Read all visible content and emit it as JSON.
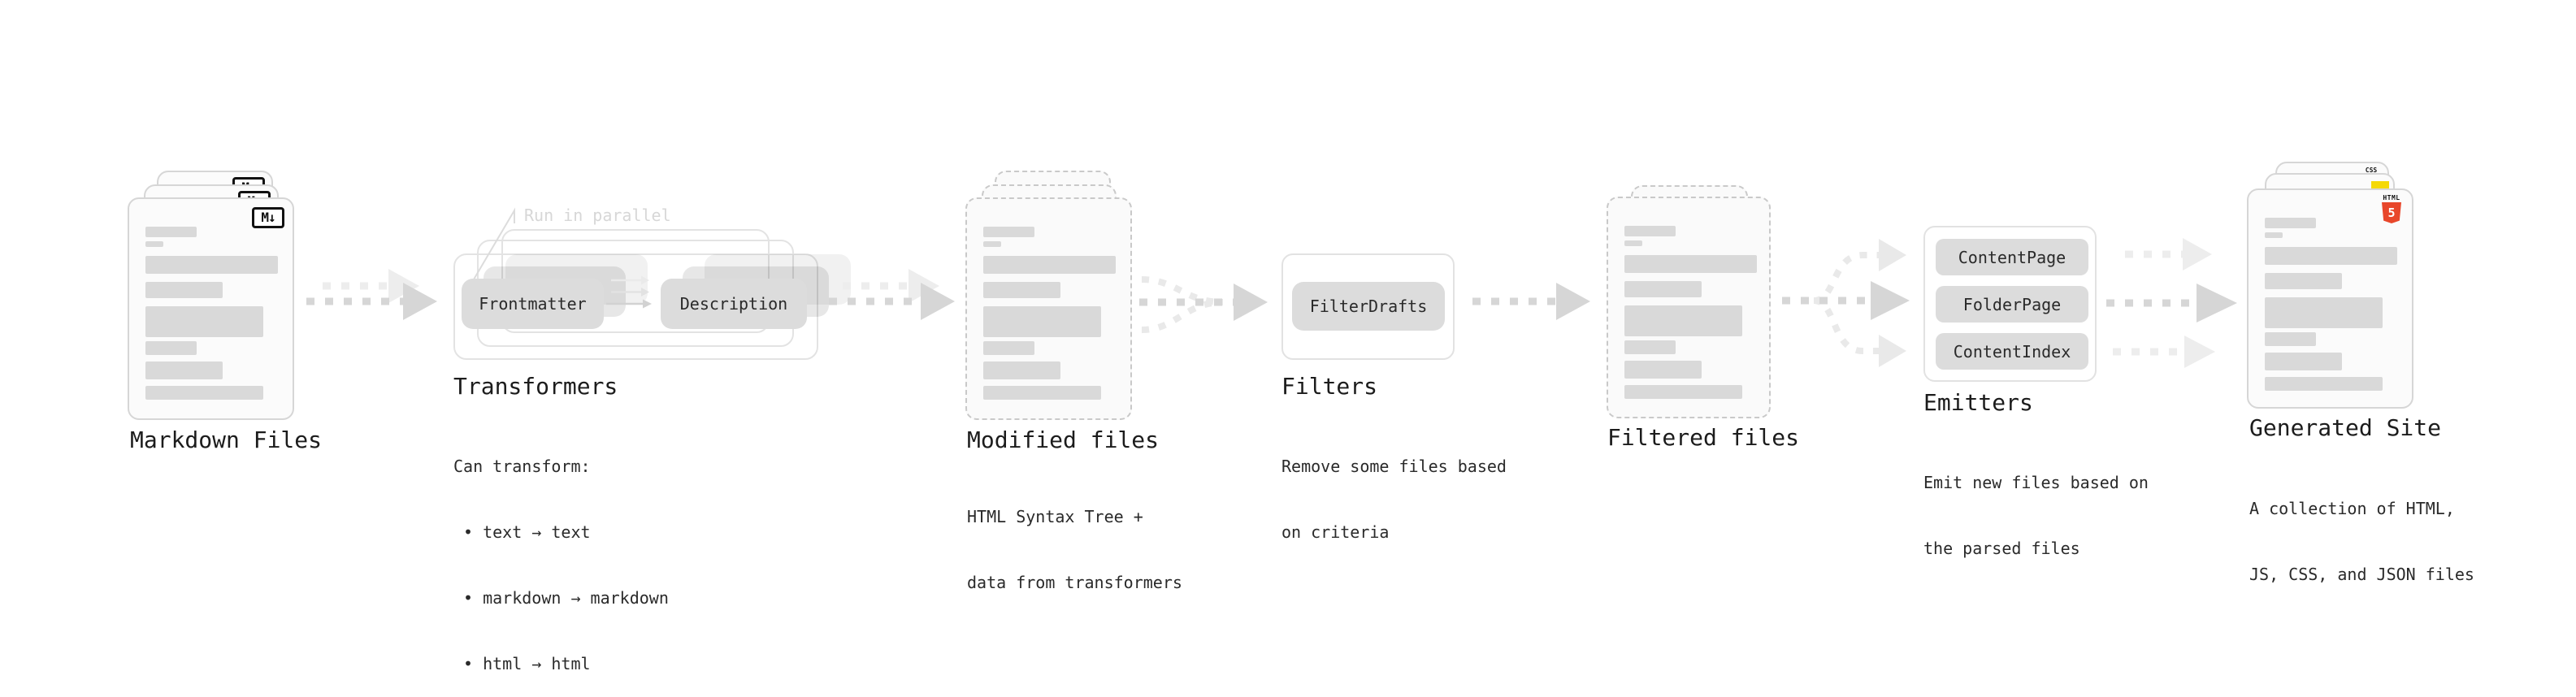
{
  "markdown_files": {
    "label": "Markdown Files"
  },
  "transformers": {
    "label": "Transformers",
    "parallel_note": "Run in parallel",
    "pill_frontmatter": "Frontmatter",
    "pill_description": "Description",
    "desc_title": "Can transform:",
    "bullets": [
      "• text → text",
      "• markdown → markdown",
      "• html → html"
    ]
  },
  "modified_files": {
    "label": "Modified files",
    "desc_line1": "HTML Syntax Tree +",
    "desc_line2": "data from transformers"
  },
  "filters": {
    "label": "Filters",
    "pill": "FilterDrafts",
    "desc_line1": "Remove some files based",
    "desc_line2": "on criteria"
  },
  "filtered_files": {
    "label": "Filtered files"
  },
  "emitters": {
    "label": "Emitters",
    "pills": [
      "ContentPage",
      "FolderPage",
      "ContentIndex"
    ],
    "desc_line1": "Emit new files based on",
    "desc_line2": "the parsed files"
  },
  "generated_site": {
    "label": "Generated Site",
    "desc_line1": "A collection of HTML,",
    "desc_line2": "JS, CSS, and JSON files"
  },
  "badges": {
    "markdown": "M↓",
    "html_label": "HTML",
    "html_number": "5",
    "css": "CSS"
  },
  "colors": {
    "html5_orange": "#e8472b",
    "js_yellow": "#f5d907",
    "css_blue": "#2760e6",
    "arrow_gray": "#d6d6d6",
    "card_bar_gray": "#d9d9d9"
  }
}
